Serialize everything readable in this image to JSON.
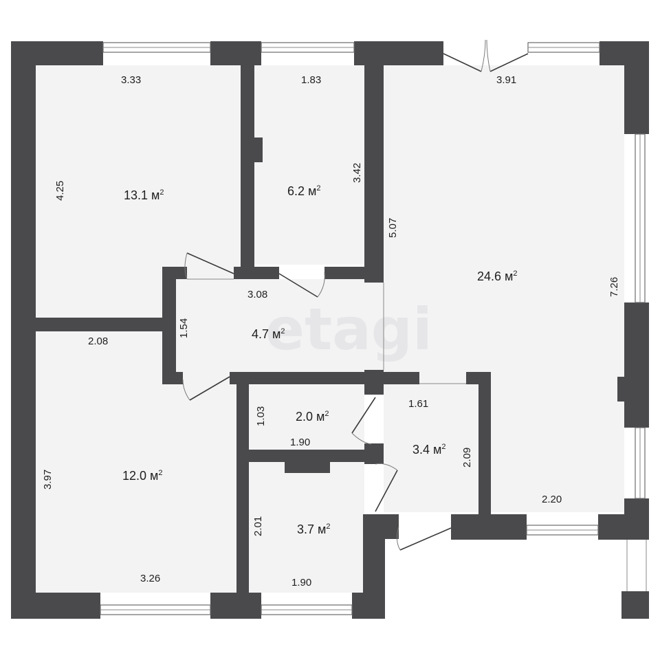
{
  "watermark": "etagi",
  "areas": {
    "bedroom_top": "13.1 м",
    "small_room": "6.2 м",
    "living": "24.6 м",
    "hall": "4.7 м",
    "bath_top": "2.0 м",
    "corridor": "3.4 м",
    "bedroom_bottom": "12.0 м",
    "bath_bottom": "3.7 м",
    "unit_sup": "2"
  },
  "dimensions": {
    "d333": "3.33",
    "d183": "1.83",
    "d391": "3.91",
    "d425": "4.25",
    "d342": "3.42",
    "d507": "5.07",
    "d726": "7.26",
    "d308": "3.08",
    "d154": "1.54",
    "d208": "2.08",
    "d103": "1.03",
    "d190a": "1.90",
    "d161": "1.61",
    "d209": "2.09",
    "d397": "3.97",
    "d220": "2.20",
    "d201": "2.01",
    "d326": "3.26",
    "d190b": "1.90"
  }
}
